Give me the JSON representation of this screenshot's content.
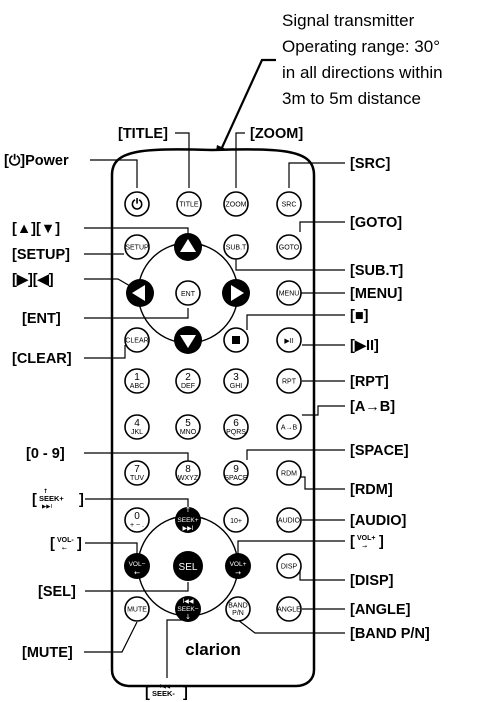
{
  "transmitter_note": [
    "Signal transmitter",
    "Operating range: 30°",
    "in all directions within",
    "3m to 5m distance"
  ],
  "callouts": {
    "title": "[TITLE]",
    "zoom": "[ZOOM]",
    "power": "[⏻]Power",
    "src": "[SRC]",
    "up_down": "[▲][▼]",
    "goto": "[GOTO]",
    "setup": "[SETUP]",
    "subt": "[SUB.T]",
    "right_left": "[▶][◀]",
    "menu": "[MENU]",
    "stop": "[■]",
    "ent": "[ENT]",
    "play_pause": "[▶II]",
    "clear": "[CLEAR]",
    "rpt": "[RPT]",
    "ab": "[A→B]",
    "digits": "[0 - 9]",
    "space": "[SPACE]",
    "seek_plus": "SEEK+",
    "rdm": "[RDM]",
    "audio": "[AUDIO]",
    "vol_minus": "VOL-",
    "vol_plus": "VOL+",
    "sel": "[SEL]",
    "disp": "[DISP]",
    "angle": "[ANGLE]",
    "mute": "[MUTE]",
    "band": "[BAND P/N]",
    "seek_minus": "SEEK-"
  },
  "buttons": {
    "power": "⏻",
    "title": "TITLE",
    "zoom": "ZOOM",
    "src": "SRC",
    "setup": "SETUP",
    "subt": "SUB.T",
    "goto": "GOTO",
    "ent": "ENT",
    "menu": "MENU",
    "clear": "CLEAR",
    "play_pause": "▶II",
    "rpt": "RPT",
    "ab": "A→B",
    "rdm": "RDM",
    "seek_plus": "SEEK+",
    "ten_plus": "10+",
    "audio": "AUDIO",
    "vol_minus": "VOL−",
    "sel": "SEL",
    "vol_plus": "VOL+",
    "disp": "DISP",
    "mute": "MUTE",
    "seek_minus": "SEEK−",
    "band": "BAND P/N",
    "angle": "ANGLE",
    "k1": "1",
    "k1s": "ABC",
    "k2": "2",
    "k2s": "DEF",
    "k3": "3",
    "k3s": "GHI",
    "k4": "4",
    "k4s": "JKL",
    "k5": "5",
    "k5s": "MNO",
    "k6": "6",
    "k6s": "PQRS",
    "k7": "7",
    "k7s": "TUV",
    "k8": "8",
    "k8s": "WXYZ",
    "k9": "9",
    "k9s": "SPACE",
    "k0": "0",
    "k0s": "+ − ."
  },
  "brand": "clarion"
}
